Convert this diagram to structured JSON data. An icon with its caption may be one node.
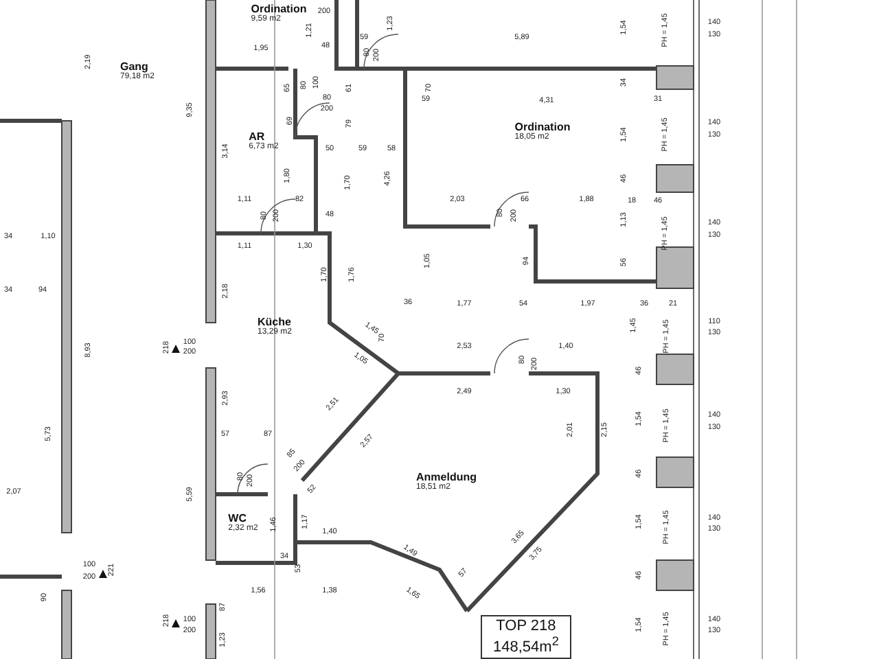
{
  "diagram": {
    "nodes": [
      {
        "text": [
          "Ordination",
          "9,59 m2"
        ]
      },
      {
        "text": [
          "Gang",
          "79,18 m2"
        ]
      },
      {
        "text": [
          "AR",
          "6,73 m2"
        ]
      },
      {
        "text": [
          "Ordination",
          "18,05 m2"
        ]
      },
      {
        "text": [
          "Küche",
          "13,29 m2"
        ]
      },
      {
        "text": [
          "Anmeldung",
          "18,51 m2"
        ]
      },
      {
        "text": [
          "WC",
          "2,32 m2"
        ]
      },
      {
        "text": [
          "TOP 218",
          "148,54m$^{2}$"
        ]
      }
    ],
    "labels": [
      "200",
      "1,21",
      "1,95",
      "48",
      "59",
      "80",
      "200",
      "1,23",
      "5,89",
      "1,54",
      "PH = 1,45",
      "140",
      "130",
      "2,19",
      "9,35",
      "65",
      "80",
      "100",
      "80",
      "200",
      "61",
      "70",
      "59",
      "4,31",
      "34",
      "31",
      "1,54",
      "PH = 1,45",
      "140",
      "130",
      "3,14",
      "69",
      "79",
      "50",
      "59",
      "58",
      "1,80",
      "1,70",
      "4,26",
      "46",
      "1,11",
      "82",
      "80",
      "200",
      "48",
      "2,03",
      "80",
      "200",
      "66",
      "1,88",
      "18",
      "46",
      "34",
      "1,10",
      "1,13",
      "PH = 1,45",
      "140",
      "130",
      "1,11",
      "1,30",
      "1,05",
      "94",
      "56",
      "34",
      "94",
      "2,18",
      "1,70",
      "1,76",
      "36",
      "1,77",
      "54",
      "1,97",
      "36",
      "21",
      "1,45",
      "PH = 1,45",
      "110",
      "130",
      "8,93",
      "218",
      "100",
      "200",
      "1,45",
      "70",
      "1,05",
      "2,53",
      "80",
      "200",
      "1,40",
      "46",
      "2,49",
      "1,30",
      "2,93",
      "2,51",
      "1,54",
      "PH = 1,45",
      "140",
      "130",
      "5,73",
      "57",
      "87",
      "2,57",
      "2,01",
      "2,15",
      "85",
      "200",
      "80",
      "200",
      "46",
      "2,07",
      "5,59",
      "52",
      "1,46",
      "1,17",
      "1,54",
      "PH = 1,45",
      "140",
      "130",
      "3,65",
      "1,40",
      "1,49",
      "3,75",
      "34",
      "53",
      "100",
      "221",
      "57",
      "46",
      "200",
      "90",
      "1,56",
      "1,38",
      "1,65",
      "87",
      "218",
      "100",
      "200",
      "1,23",
      "1,54",
      "PH = 1,45",
      "140",
      "130"
    ]
  }
}
